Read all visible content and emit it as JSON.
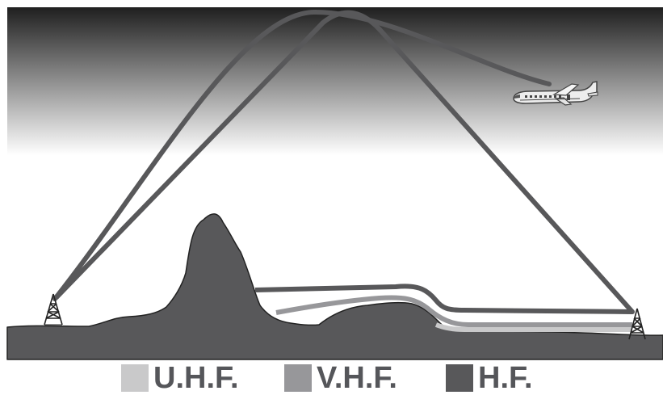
{
  "colors": {
    "sky_top": "#1f1f1f",
    "sky_bottom": "#ffffff",
    "terrain": "#58585a",
    "uhf": "#c9c9ca",
    "vhf": "#97979a",
    "hf": "#58585a",
    "legend_text": "#55565a"
  },
  "legend": [
    {
      "label": "U.H.F.",
      "color": "#c9c9ca"
    },
    {
      "label": "V.H.F.",
      "color": "#97979a"
    },
    {
      "label": "H.F.",
      "color": "#58585a"
    }
  ],
  "icons": {
    "transmitter_tower": "tower-icon",
    "receiver_tower": "tower-icon",
    "aircraft": "airplane-icon"
  }
}
